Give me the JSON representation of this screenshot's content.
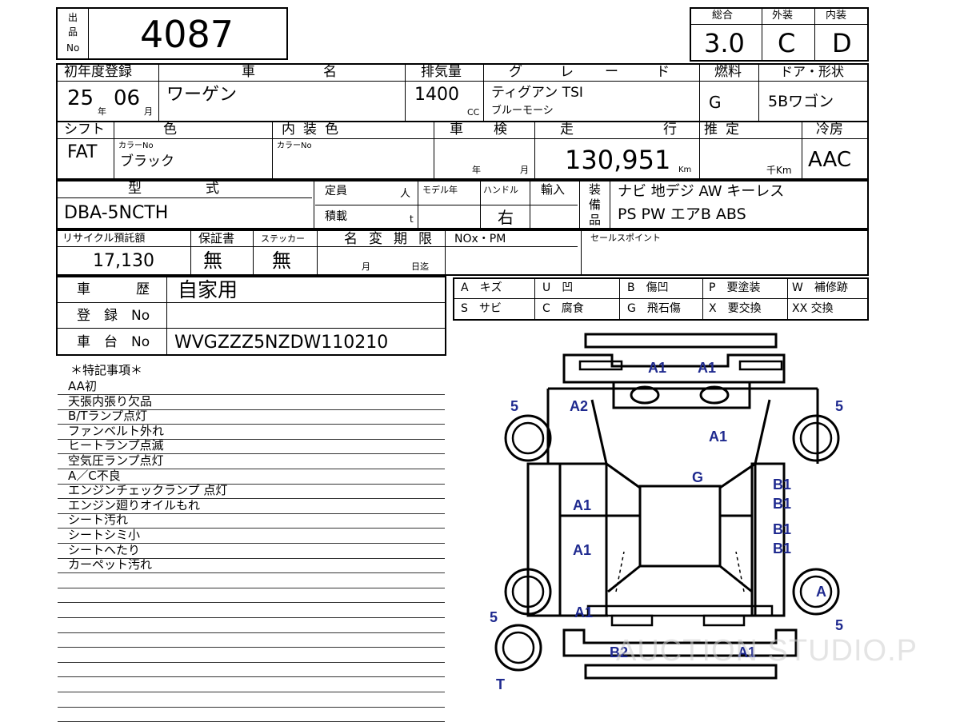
{
  "lot": {
    "label_chars": [
      "出",
      "品",
      "No"
    ],
    "number": "4087"
  },
  "scores": {
    "overall_label": "総合",
    "exterior_label": "外装",
    "interior_label": "内装",
    "overall": "3.0",
    "exterior": "C",
    "interior": "D"
  },
  "row1": {
    "first_reg_label": "初年度登録",
    "year": "25",
    "year_unit": "年",
    "month": "06",
    "month_unit": "月",
    "car_label_1": "車",
    "car_label_2": "名",
    "car_name": "ワーゲン",
    "displacement_label": "排気量",
    "displacement": "1400",
    "cc": "CC",
    "grade_label_chars": [
      "グ",
      "レ",
      "ー",
      "ド"
    ],
    "grade_line1": "ティグアン TSI",
    "grade_line2": "ブルーモーシ",
    "fuel_label": "燃料",
    "fuel": "G",
    "door_label": "ドア・形状",
    "door": "5Bワゴン"
  },
  "row2": {
    "shift_label": "シフト",
    "shift": "FAT",
    "color_label": "色",
    "color_no_label": "カラーNo",
    "color": "ブラック",
    "interior_color_label": "内装色",
    "interior_color_no_label": "カラーNo",
    "inspection_label": "車検",
    "insp_year_unit": "年",
    "insp_month_unit": "月",
    "mileage_label": "走行",
    "mileage": "130,951",
    "mileage_unit": "Km",
    "estimate_label": "推定",
    "estimate_unit": "千Km",
    "ac_label": "冷房",
    "ac": "AAC"
  },
  "row3": {
    "model_label": "型式",
    "model": "DBA-5NCTH",
    "capacity_label": "定員",
    "capacity_unit": "人",
    "load_label": "積載",
    "load_unit": "t",
    "model_year_label": "モデル年",
    "handle_label": "ハンドル",
    "handle": "右",
    "import_label": "輸入",
    "equip_label_chars": [
      "装",
      "備",
      "品"
    ],
    "equip_line1": "ナビ 地デジ AW キーレス",
    "equip_line2": "PS PW エアB ABS"
  },
  "row4": {
    "recycle_label": "リサイクル預託額",
    "recycle": "17,130",
    "warranty_label": "保証書",
    "warranty": "無",
    "sticker_label": "ステッカー",
    "sticker": "無",
    "name_change_label": "名変期限",
    "nc_month_unit": "月",
    "nc_day_unit": "日迄",
    "nox_label": "NOx・PM",
    "sales_label": "セールスポイント"
  },
  "history": {
    "history_label": "車　歴",
    "history": "自家用",
    "reg_label": "登　録　No",
    "chassis_label": "車　台　No",
    "chassis": "WVGZZZ5NZDW110210"
  },
  "legend": [
    [
      "A　キズ",
      "U　凹",
      "B　傷凹",
      "P　要塗装",
      "W　補修跡"
    ],
    [
      "S　サビ",
      "C　腐食",
      "G　飛石傷",
      "X　要交換",
      "XX 交換"
    ]
  ],
  "notes": {
    "title": "＊特記事項＊",
    "items": [
      "AA初",
      "天張内張り欠品",
      "B/Tランプ点灯",
      "ファンベルト外れ",
      "ヒートランプ点滅",
      "空気圧ランプ点灯",
      "A／C不良",
      "エンジンチェックランプ 点灯",
      "エンジン廻りオイルもれ",
      "シート汚れ",
      "シートシミ小",
      "シートへたり",
      "カーペット汚れ"
    ]
  },
  "diagram_marks": {
    "front_a1_left": "A1",
    "front_a1_right": "A1",
    "tire_fl": "5",
    "tire_fr": "5",
    "tire_rl": "5",
    "tire_rr": "5",
    "a2": "A2",
    "hood_a1": "A1",
    "roof_g": "G",
    "left_a1_front": "A1",
    "left_a1_rear": "A1",
    "right_b1_1": "B1",
    "right_b1_2": "B1",
    "right_b1_3": "B1",
    "right_b1_4": "B1",
    "right_a": "A",
    "rear_a1": "A1",
    "rear_b2": "B2",
    "rear_a1_right": "A1",
    "spare_t": "T"
  },
  "watermark": "AUCTION STUDIO.PRO"
}
